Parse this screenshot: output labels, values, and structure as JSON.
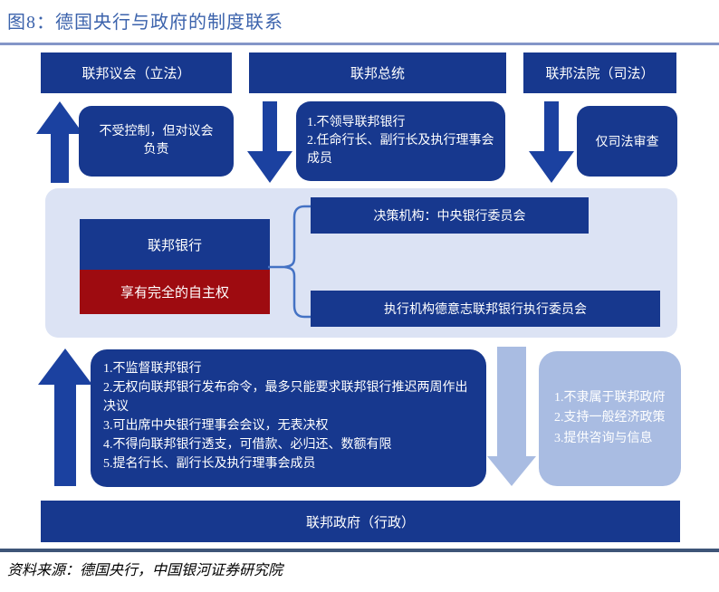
{
  "figure": {
    "title": "图8：德国央行与政府的制度联系",
    "source": "资料来源：德国央行，中国银河证券研究院"
  },
  "colors": {
    "box_dark_blue": "#17388E",
    "arrow_blue": "#1B41A0",
    "autonomy_red": "#9E0B10",
    "panel_light_blue": "#DCE3F4",
    "advisory_light_blue": "#A9BCE2",
    "title_blue": "#3C63AC",
    "top_rule_blue": "#8496C8",
    "bottom_rule_navy": "#3E5578",
    "brace_blue": "#4472C4"
  },
  "top_row": {
    "parliament": "联邦议会（立法）",
    "president": "联邦总统",
    "court": "联邦法院（司法）"
  },
  "relations": {
    "parliament_note": "不受控制，但对议会负责",
    "president_note": [
      "1.不领导联邦银行",
      "2.任命行长、副行长及执行理事会成员"
    ],
    "court_note": "仅司法审查"
  },
  "bundesbank": {
    "name": "联邦银行",
    "autonomy": "享有完全的自主权",
    "decision_body": "决策机构：中央银行委员会",
    "executive_body": "执行机构德意志联邦银行执行委员会"
  },
  "government": {
    "constraints": [
      "1.不监督联邦银行",
      "2.无权向联邦银行发布命令，最多只能要求联邦银行推迟两周作出决议",
      "3.可出席中央银行理事会会议，无表决权",
      "4.不得向联邦银行透支，可借款、必归还、数额有限",
      "5.提名行长、副行长及执行理事会成员"
    ],
    "bank_obligations": [
      "1.不隶属于联邦政府",
      "2.支持一般经济政策",
      "3.提供咨询与信息"
    ],
    "label": "联邦政府（行政）"
  }
}
